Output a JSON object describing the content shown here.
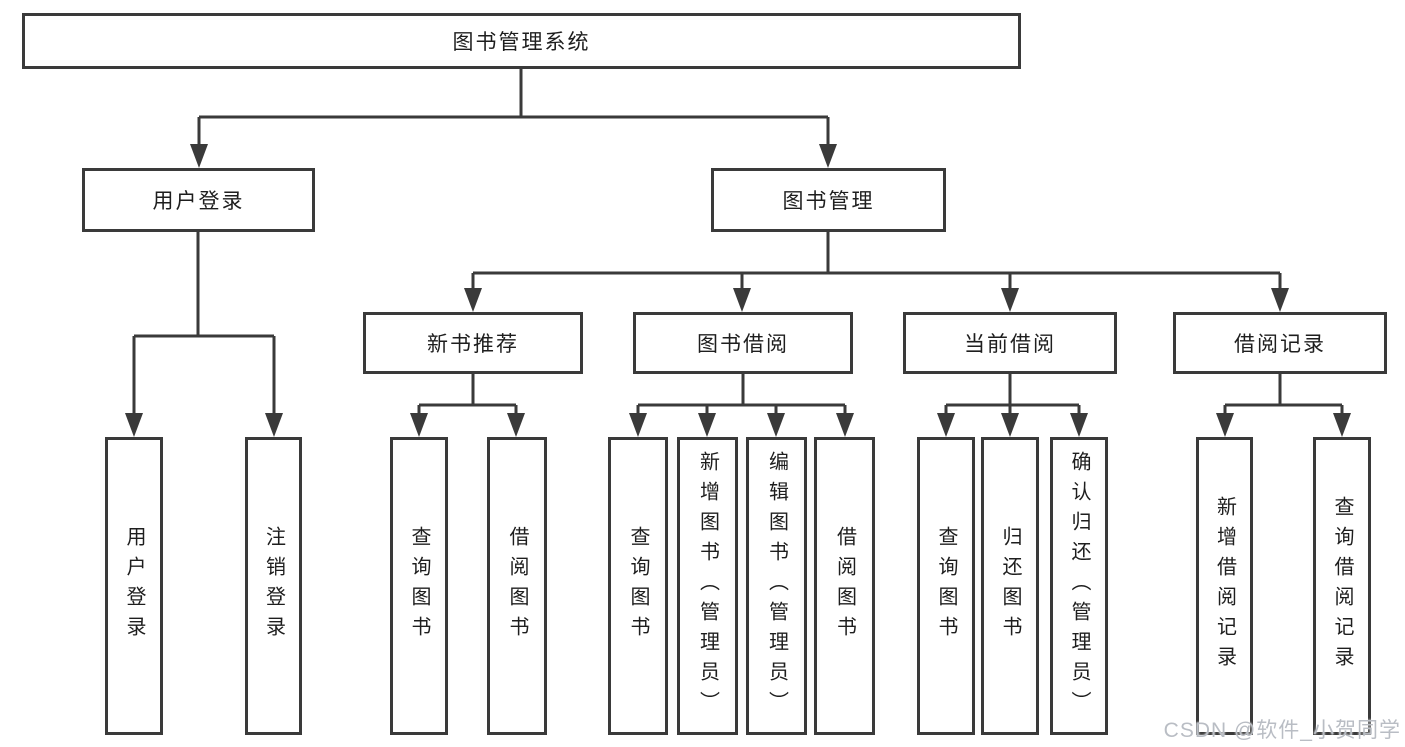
{
  "tree": {
    "root": {
      "label": "图书管理系统"
    },
    "children": [
      {
        "label": "用户登录",
        "children": [
          {
            "label": "用户登录"
          },
          {
            "label": "注销登录"
          }
        ]
      },
      {
        "label": "图书管理",
        "children": [
          {
            "label": "新书推荐",
            "children": [
              {
                "label": "查询图书"
              },
              {
                "label": "借阅图书"
              }
            ]
          },
          {
            "label": "图书借阅",
            "children": [
              {
                "label": "查询图书"
              },
              {
                "label": "新增图书（管理员）"
              },
              {
                "label": "编辑图书（管理员）"
              },
              {
                "label": "借阅图书"
              }
            ]
          },
          {
            "label": "当前借阅",
            "children": [
              {
                "label": "查询图书"
              },
              {
                "label": "归还图书"
              },
              {
                "label": "确认归还（管理员）"
              }
            ]
          },
          {
            "label": "借阅记录",
            "children": [
              {
                "label": "新增借阅记录"
              },
              {
                "label": "查询借阅记录"
              }
            ]
          }
        ]
      }
    ]
  },
  "watermark": "CSDN @软件_小贺同学",
  "colors": {
    "line": "#3a3a3a",
    "text": "#1e1e1e",
    "watermark": "#b9bdc4",
    "background": "#ffffff"
  }
}
